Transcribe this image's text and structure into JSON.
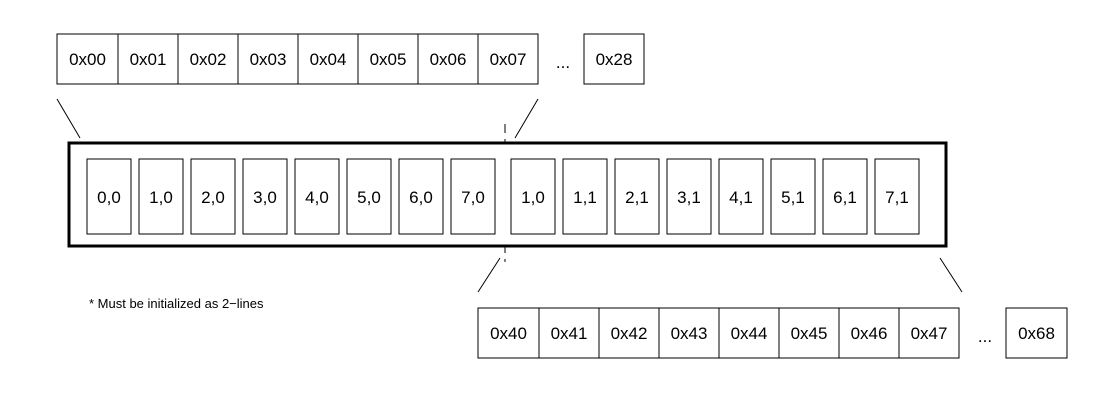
{
  "top_addresses": [
    "0x00",
    "0x01",
    "0x02",
    "0x03",
    "0x04",
    "0x05",
    "0x06",
    "0x07"
  ],
  "top_ellipsis": "...",
  "top_last": "0x28",
  "display_cells": [
    "0,0",
    "1,0",
    "2,0",
    "3,0",
    "4,0",
    "5,0",
    "6,0",
    "7,0",
    "1,0",
    "1,1",
    "2,1",
    "3,1",
    "4,1",
    "5,1",
    "6,1",
    "7,1"
  ],
  "bottom_addresses": [
    "0x40",
    "0x41",
    "0x42",
    "0x43",
    "0x44",
    "0x45",
    "0x46",
    "0x47"
  ],
  "bottom_ellipsis": "...",
  "bottom_last": "0x68",
  "note": "* Must be initialized as 2−lines"
}
